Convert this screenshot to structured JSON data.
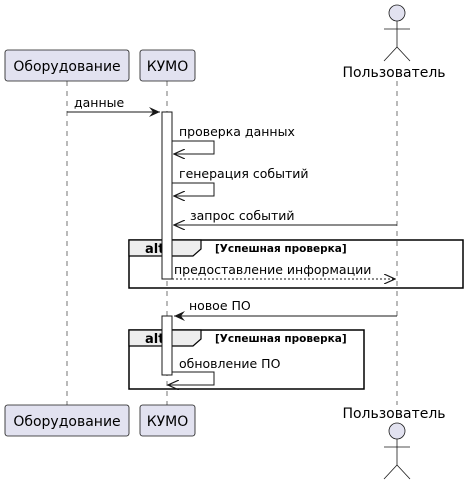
{
  "participants": {
    "equipment": "Оборудование",
    "kumo": "КУМО",
    "user": "Пользователь"
  },
  "messages": {
    "m1": "данные",
    "m2": "проверка данных",
    "m3": "генерация событий",
    "m4": "запрос событий",
    "m5": "предоставление информации",
    "m6": "новое ПО",
    "m7": "обновление ПО"
  },
  "fragments": {
    "alt1": {
      "keyword": "alt",
      "guard": "[Успешная проверка]"
    },
    "alt2": {
      "keyword": "alt",
      "guard": "[Успешная проверка]"
    }
  },
  "colors": {
    "participant_fill": "#e2e2f0",
    "participant_border": "#181818",
    "lifeline": "#181818",
    "activation_fill": "#ffffff"
  }
}
